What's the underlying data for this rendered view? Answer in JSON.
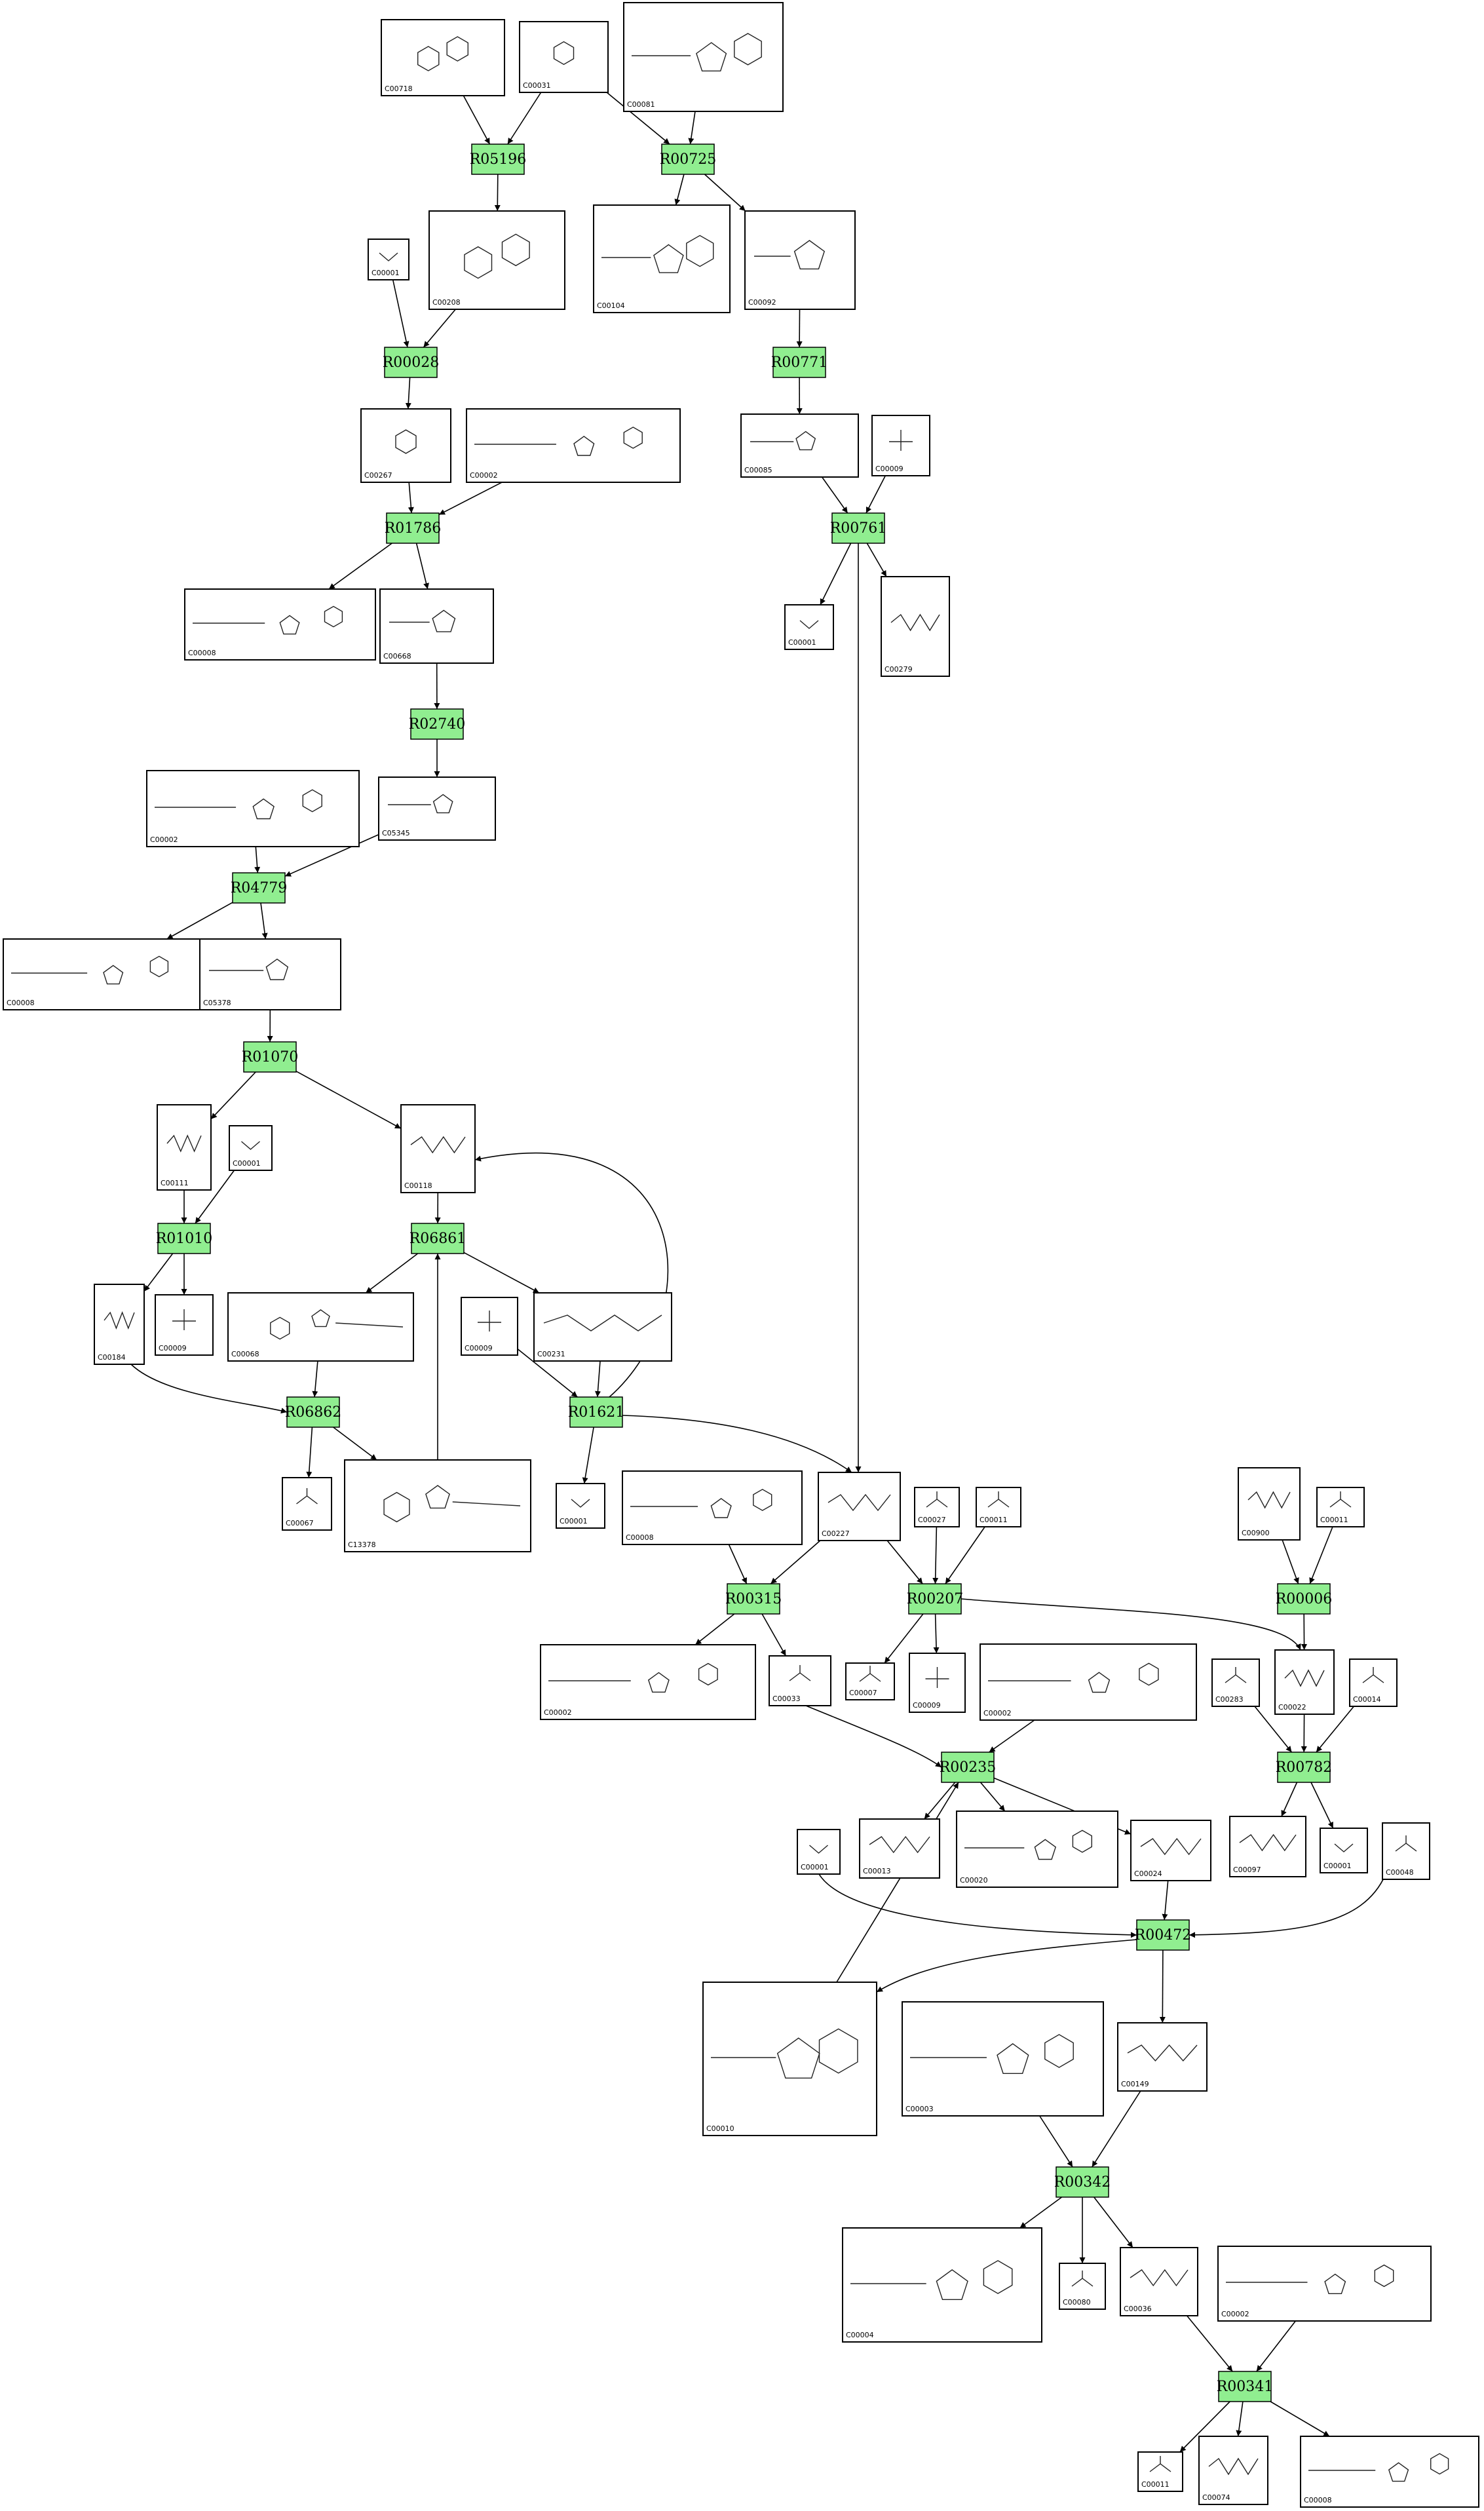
{
  "reactions": [
    {
      "id": "R05196",
      "label": "R05196"
    },
    {
      "id": "R00725",
      "label": "R00725"
    },
    {
      "id": "R00028",
      "label": "R00028"
    },
    {
      "id": "R00771",
      "label": "R00771"
    },
    {
      "id": "R01786",
      "label": "R01786"
    },
    {
      "id": "R00761",
      "label": "R00761"
    },
    {
      "id": "R02740",
      "label": "R02740"
    },
    {
      "id": "R04779",
      "label": "R04779"
    },
    {
      "id": "R01070",
      "label": "R01070"
    },
    {
      "id": "R01010",
      "label": "R01010"
    },
    {
      "id": "R06861",
      "label": "R06861"
    },
    {
      "id": "R06862",
      "label": "R06862"
    },
    {
      "id": "R01621",
      "label": "R01621"
    },
    {
      "id": "R00315",
      "label": "R00315"
    },
    {
      "id": "R00207",
      "label": "R00207"
    },
    {
      "id": "R00006",
      "label": "R00006"
    },
    {
      "id": "R00235",
      "label": "R00235"
    },
    {
      "id": "R00782",
      "label": "R00782"
    },
    {
      "id": "R00472",
      "label": "R00472"
    },
    {
      "id": "R00342",
      "label": "R00342"
    },
    {
      "id": "R00341",
      "label": "R00341"
    }
  ],
  "compounds": [
    {
      "id": "c_C00718",
      "label": "C00718",
      "icon": "polysaccharide"
    },
    {
      "id": "c_C00031",
      "label": "C00031",
      "icon": "sugar"
    },
    {
      "id": "c_C00081",
      "label": "C00081",
      "icon": "nucleotide"
    },
    {
      "id": "c_C00001a",
      "label": "C00001",
      "icon": "water"
    },
    {
      "id": "c_C00208",
      "label": "C00208",
      "icon": "disaccharide"
    },
    {
      "id": "c_C00104",
      "label": "C00104",
      "icon": "nucleotide"
    },
    {
      "id": "c_C00092",
      "label": "C00092",
      "icon": "sugar-phosphate"
    },
    {
      "id": "c_C00267",
      "label": "C00267",
      "icon": "sugar"
    },
    {
      "id": "c_C00002a",
      "label": "C00002",
      "icon": "nucleotide"
    },
    {
      "id": "c_C00085",
      "label": "C00085",
      "icon": "sugar-phosphate"
    },
    {
      "id": "c_C00009a",
      "label": "C00009",
      "icon": "phosphate"
    },
    {
      "id": "c_C00008a",
      "label": "C00008",
      "icon": "nucleotide"
    },
    {
      "id": "c_C00668",
      "label": "C00668",
      "icon": "sugar-phosphate"
    },
    {
      "id": "c_C00001b",
      "label": "C00001",
      "icon": "water"
    },
    {
      "id": "c_C00279",
      "label": "C00279",
      "icon": "chain"
    },
    {
      "id": "c_C00002b",
      "label": "C00002",
      "icon": "nucleotide"
    },
    {
      "id": "c_C05345",
      "label": "C05345",
      "icon": "sugar-phosphate"
    },
    {
      "id": "c_C00008b",
      "label": "C00008",
      "icon": "nucleotide"
    },
    {
      "id": "c_C05378",
      "label": "C05378",
      "icon": "sugar-phosphate"
    },
    {
      "id": "c_C00111",
      "label": "C00111",
      "icon": "chain"
    },
    {
      "id": "c_C00001c",
      "label": "C00001",
      "icon": "water"
    },
    {
      "id": "c_C00118",
      "label": "C00118",
      "icon": "chain"
    },
    {
      "id": "c_C00184",
      "label": "C00184",
      "icon": "chain"
    },
    {
      "id": "c_C00009b",
      "label": "C00009",
      "icon": "phosphate"
    },
    {
      "id": "c_C00068",
      "label": "C00068",
      "icon": "heterocycle"
    },
    {
      "id": "c_C00009c",
      "label": "C00009",
      "icon": "phosphate"
    },
    {
      "id": "c_C00231",
      "label": "C00231",
      "icon": "chain"
    },
    {
      "id": "c_C00067",
      "label": "C00067",
      "icon": "small"
    },
    {
      "id": "c_C13378",
      "label": "C13378",
      "icon": "heterocycle"
    },
    {
      "id": "c_C00001d",
      "label": "C00001",
      "icon": "water"
    },
    {
      "id": "c_C00008c",
      "label": "C00008",
      "icon": "nucleotide"
    },
    {
      "id": "c_C00227",
      "label": "C00227",
      "icon": "chain"
    },
    {
      "id": "c_C00027",
      "label": "C00027",
      "icon": "small"
    },
    {
      "id": "c_C00011a",
      "label": "C00011",
      "icon": "small"
    },
    {
      "id": "c_C00900",
      "label": "C00900",
      "icon": "chain"
    },
    {
      "id": "c_C00011b",
      "label": "C00011",
      "icon": "small"
    },
    {
      "id": "c_C00002c",
      "label": "C00002",
      "icon": "nucleotide"
    },
    {
      "id": "c_C00033",
      "label": "C00033",
      "icon": "small"
    },
    {
      "id": "c_C00007",
      "label": "C00007",
      "icon": "small"
    },
    {
      "id": "c_C00009d",
      "label": "C00009",
      "icon": "phosphate"
    },
    {
      "id": "c_C00002d",
      "label": "C00002",
      "icon": "nucleotide"
    },
    {
      "id": "c_C00283",
      "label": "C00283",
      "icon": "small"
    },
    {
      "id": "c_C00022",
      "label": "C00022",
      "icon": "chain"
    },
    {
      "id": "c_C00014",
      "label": "C00014",
      "icon": "small"
    },
    {
      "id": "c_C00001e",
      "label": "C00001",
      "icon": "water"
    },
    {
      "id": "c_C00013",
      "label": "C00013",
      "icon": "chain"
    },
    {
      "id": "c_C00020",
      "label": "C00020",
      "icon": "nucleotide"
    },
    {
      "id": "c_C00024",
      "label": "C00024",
      "icon": "chain"
    },
    {
      "id": "c_C00097",
      "label": "C00097",
      "icon": "chain"
    },
    {
      "id": "c_C00001f",
      "label": "C00001",
      "icon": "water"
    },
    {
      "id": "c_C00048",
      "label": "C00048",
      "icon": "small"
    },
    {
      "id": "c_C00010",
      "label": "C00010",
      "icon": "nucleotide"
    },
    {
      "id": "c_C00003",
      "label": "C00003",
      "icon": "nucleotide"
    },
    {
      "id": "c_C00149",
      "label": "C00149",
      "icon": "chain"
    },
    {
      "id": "c_C00004",
      "label": "C00004",
      "icon": "nucleotide"
    },
    {
      "id": "c_C00080",
      "label": "C00080",
      "icon": "small"
    },
    {
      "id": "c_C00036",
      "label": "C00036",
      "icon": "chain"
    },
    {
      "id": "c_C00002e",
      "label": "C00002",
      "icon": "nucleotide"
    },
    {
      "id": "c_C00011c",
      "label": "C00011",
      "icon": "small"
    },
    {
      "id": "c_C00074",
      "label": "C00074",
      "icon": "chain"
    },
    {
      "id": "c_C00008d",
      "label": "C00008",
      "icon": "nucleotide"
    }
  ],
  "edges": [
    [
      "c_C00718",
      "R05196"
    ],
    [
      "c_C00031",
      "R05196"
    ],
    [
      "R05196",
      "c_C00208"
    ],
    [
      "c_C00031",
      "R00725"
    ],
    [
      "c_C00081",
      "R00725"
    ],
    [
      "R00725",
      "c_C00104"
    ],
    [
      "R00725",
      "c_C00092"
    ],
    [
      "c_C00001a",
      "R00028"
    ],
    [
      "c_C00208",
      "R00028"
    ],
    [
      "R00028",
      "c_C00267"
    ],
    [
      "c_C00092",
      "R00771"
    ],
    [
      "R00771",
      "c_C00085"
    ],
    [
      "c_C00267",
      "R01786"
    ],
    [
      "c_C00002a",
      "R01786"
    ],
    [
      "R01786",
      "c_C00008a"
    ],
    [
      "R01786",
      "c_C00668"
    ],
    [
      "c_C00085",
      "R00761"
    ],
    [
      "c_C00009a",
      "R00761"
    ],
    [
      "R00761",
      "c_C00001b"
    ],
    [
      "R00761",
      "c_C00279"
    ],
    [
      "R00761",
      "c_C00227"
    ],
    [
      "c_C00668",
      "R02740"
    ],
    [
      "R02740",
      "c_C05345"
    ],
    [
      "c_C00002b",
      "R04779"
    ],
    [
      "c_C05345",
      "R04779"
    ],
    [
      "R04779",
      "c_C00008b"
    ],
    [
      "R04779",
      "c_C05378"
    ],
    [
      "c_C05378",
      "R01070"
    ],
    [
      "R01070",
      "c_C00111"
    ],
    [
      "R01070",
      "c_C00118"
    ],
    [
      "c_C00111",
      "R01010"
    ],
    [
      "c_C00001c",
      "R01010"
    ],
    [
      "R01010",
      "c_C00184"
    ],
    [
      "R01010",
      "c_C00009b"
    ],
    [
      "c_C00118",
      "R06861"
    ],
    [
      "c_C13378",
      "R06861"
    ],
    [
      "R06861",
      "c_C00068"
    ],
    [
      "R06861",
      "c_C00231"
    ],
    [
      "c_C00068",
      "R06862"
    ],
    [
      "c_C00184",
      "R06862"
    ],
    [
      "R06862",
      "c_C00067"
    ],
    [
      "R06862",
      "c_C13378"
    ],
    [
      "c_C00009c",
      "R01621"
    ],
    [
      "c_C00231",
      "R01621"
    ],
    [
      "R01621",
      "c_C00001d"
    ],
    [
      "R01621",
      "c_C00227"
    ],
    [
      "R01621",
      "c_C00118"
    ],
    [
      "c_C00008c",
      "R00315"
    ],
    [
      "c_C00227",
      "R00315"
    ],
    [
      "R00315",
      "c_C00002c"
    ],
    [
      "R00315",
      "c_C00033"
    ],
    [
      "c_C00227",
      "R00207"
    ],
    [
      "c_C00027",
      "R00207"
    ],
    [
      "c_C00011a",
      "R00207"
    ],
    [
      "R00207",
      "c_C00007"
    ],
    [
      "R00207",
      "c_C00009d"
    ],
    [
      "R00207",
      "c_C00022"
    ],
    [
      "c_C00900",
      "R00006"
    ],
    [
      "c_C00011b",
      "R00006"
    ],
    [
      "R00006",
      "c_C00022"
    ],
    [
      "c_C00033",
      "R00235"
    ],
    [
      "c_C00002d",
      "R00235"
    ],
    [
      "c_C00010",
      "R00235"
    ],
    [
      "R00235",
      "c_C00013"
    ],
    [
      "R00235",
      "c_C00020"
    ],
    [
      "R00235",
      "c_C00024"
    ],
    [
      "c_C00283",
      "R00782"
    ],
    [
      "c_C00022",
      "R00782"
    ],
    [
      "c_C00014",
      "R00782"
    ],
    [
      "R00782",
      "c_C00097"
    ],
    [
      "R00782",
      "c_C00001e"
    ],
    [
      "c_C00001f",
      "R00472"
    ],
    [
      "c_C00024",
      "R00472"
    ],
    [
      "c_C00048",
      "R00472"
    ],
    [
      "R00472",
      "c_C00010"
    ],
    [
      "R00472",
      "c_C00149"
    ],
    [
      "c_C00003",
      "R00342"
    ],
    [
      "c_C00149",
      "R00342"
    ],
    [
      "R00342",
      "c_C00004"
    ],
    [
      "R00342",
      "c_C00080"
    ],
    [
      "R00342",
      "c_C00036"
    ],
    [
      "c_C00036",
      "R00341"
    ],
    [
      "c_C00002e",
      "R00341"
    ],
    [
      "R00341",
      "c_C00011c"
    ],
    [
      "R00341",
      "c_C00074"
    ],
    [
      "R00341",
      "c_C00008d"
    ]
  ]
}
